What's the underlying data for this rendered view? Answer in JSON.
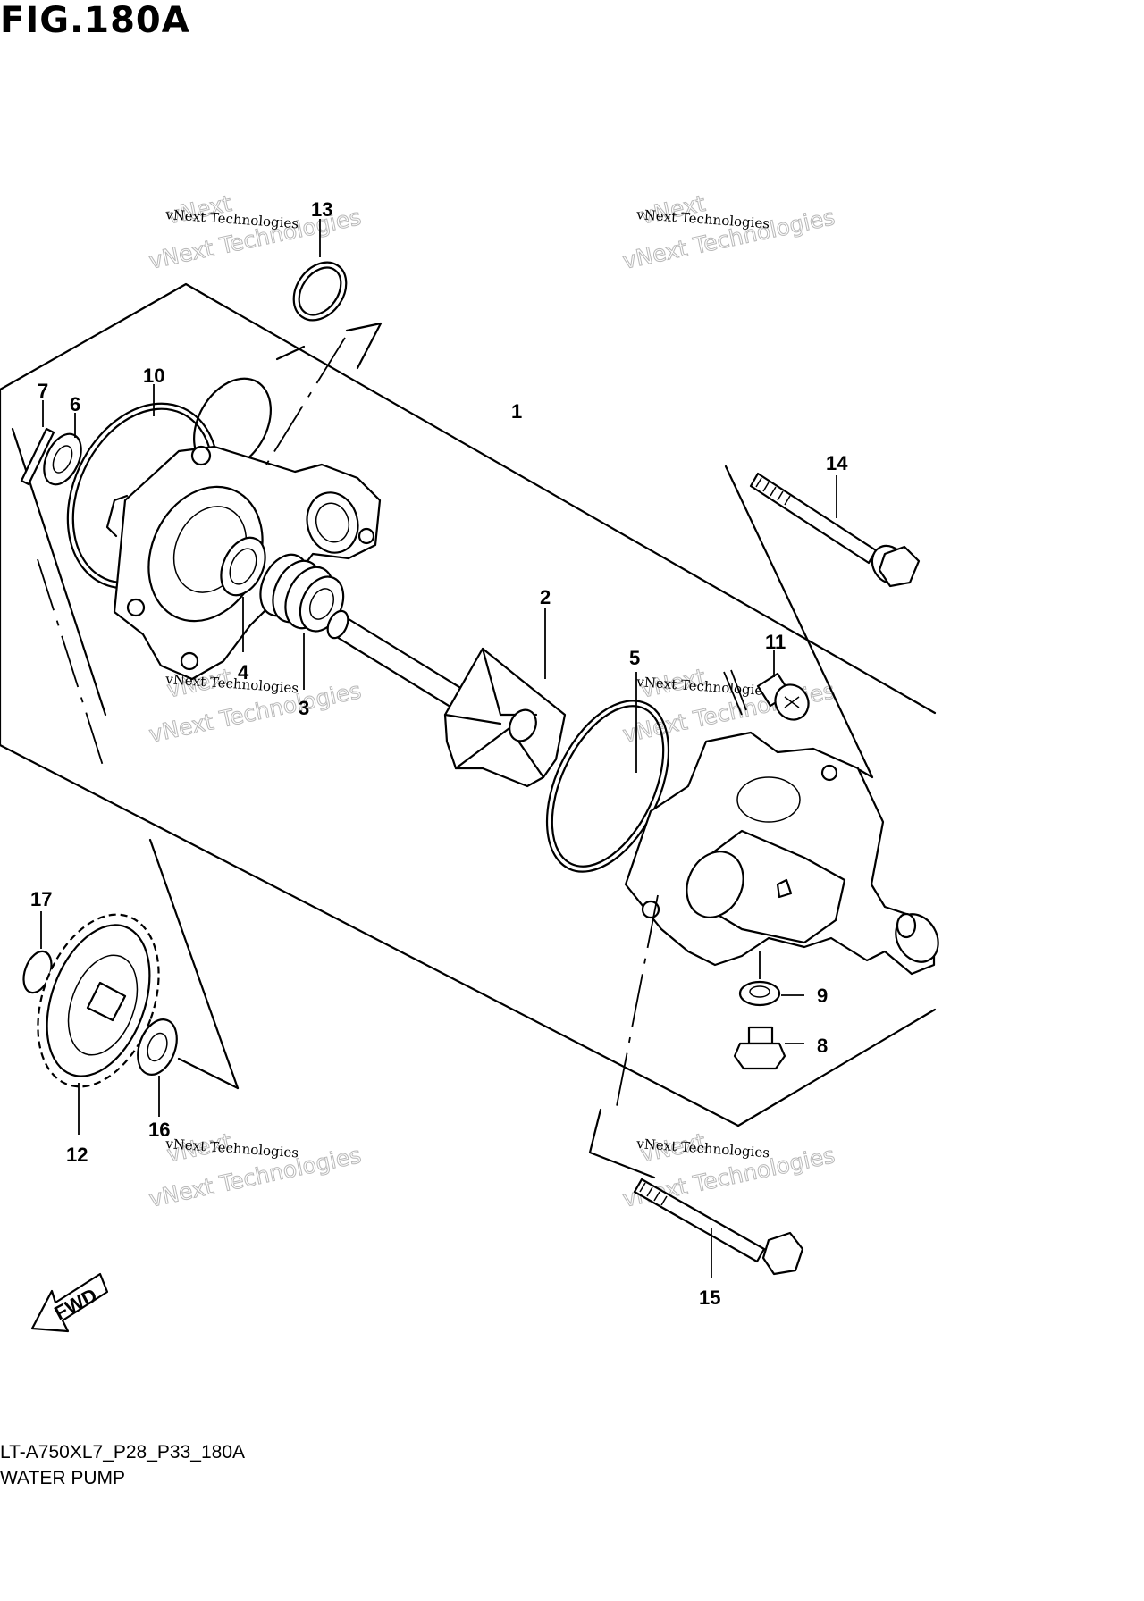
{
  "figure": {
    "title": "FIG.180A",
    "code": "LT-A750XL7_P28_P33_180A",
    "name": "WATER PUMP"
  },
  "watermark": {
    "small": "vNext Technologies",
    "big": "vNext Technologies"
  },
  "direction": {
    "label": "FWD"
  },
  "parts": {
    "p1": "1",
    "p2": "2",
    "p3": "3",
    "p4": "4",
    "p5": "5",
    "p6": "6",
    "p7": "7",
    "p8": "8",
    "p9": "9",
    "p10": "10",
    "p11": "11",
    "p12": "12",
    "p13": "13",
    "p14": "14",
    "p15": "15",
    "p16": "16",
    "p17": "17"
  }
}
